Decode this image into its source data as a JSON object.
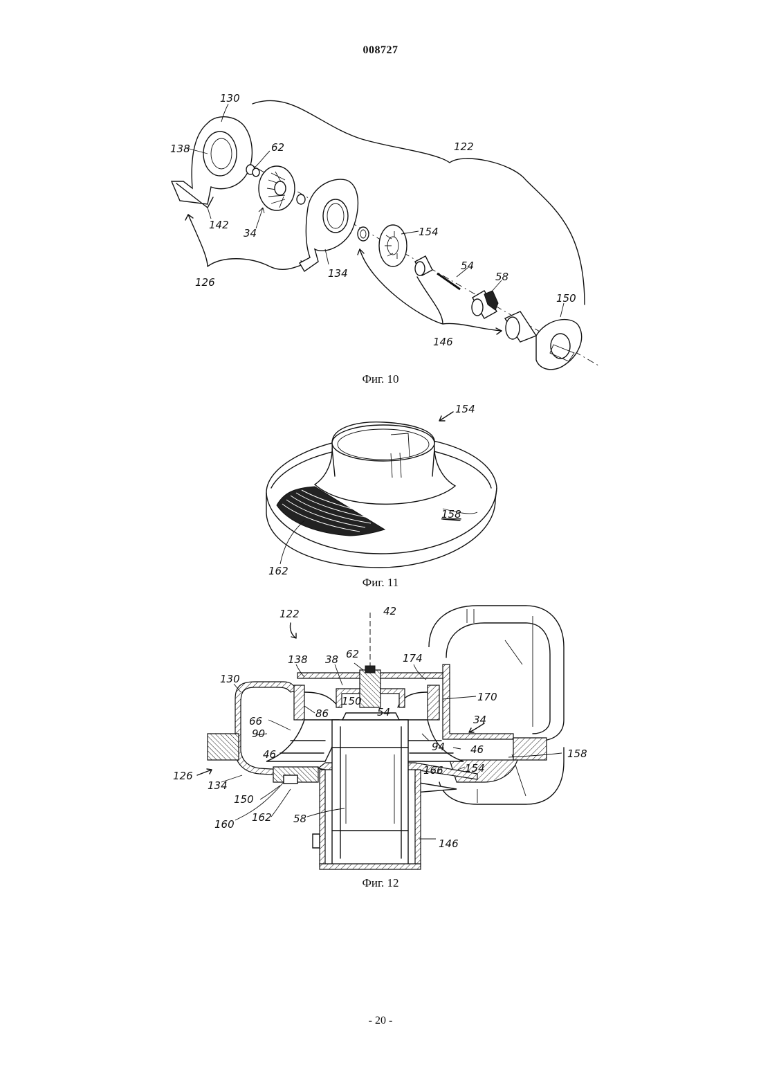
{
  "header": {
    "doc_number": "008727"
  },
  "figures": [
    {
      "caption": "Фиг. 10",
      "refs": [
        "130",
        "138",
        "62",
        "122",
        "142",
        "34",
        "126",
        "134",
        "154",
        "54",
        "58",
        "146",
        "150"
      ]
    },
    {
      "caption": "Фиг. 11",
      "refs": [
        "154",
        "158",
        "162"
      ]
    },
    {
      "caption": "Фиг. 12",
      "refs": [
        "122",
        "42",
        "138",
        "38",
        "62",
        "174",
        "130",
        "150",
        "54",
        "170",
        "66",
        "86",
        "34",
        "90",
        "94",
        "46",
        "46",
        "158",
        "126",
        "134",
        "166",
        "154",
        "150",
        "160",
        "162",
        "58",
        "146"
      ]
    }
  ],
  "footer": {
    "page_number": "- 20 -"
  }
}
